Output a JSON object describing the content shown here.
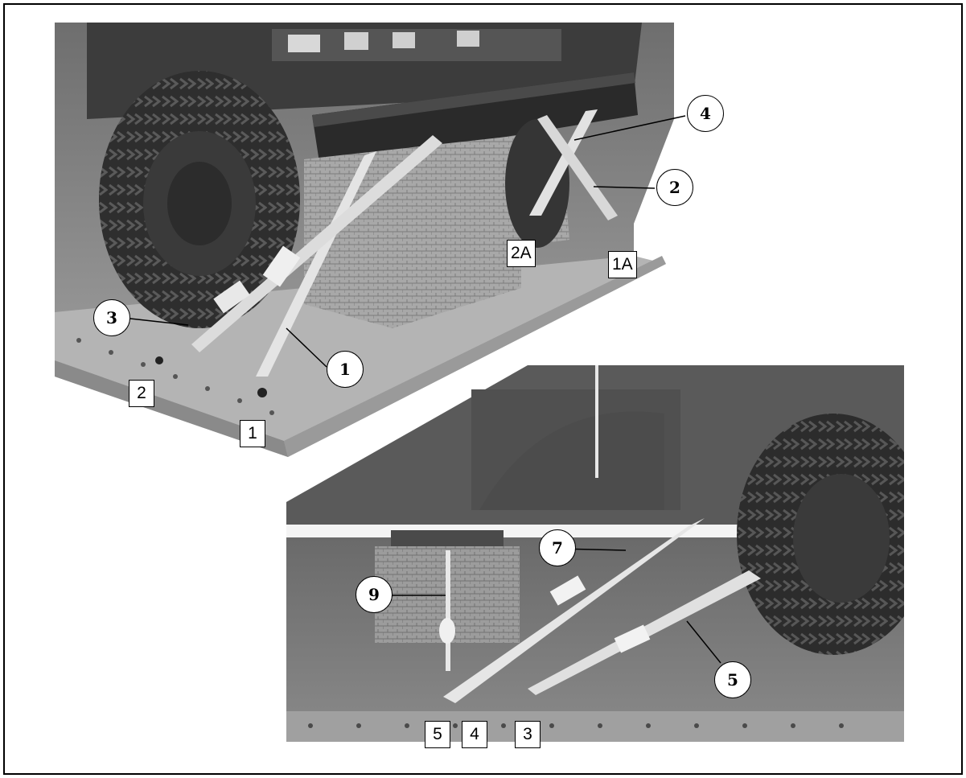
{
  "figure": {
    "top_photo_name": "vehicle-rear-tiedown-photo",
    "bottom_photo_name": "vehicle-side-tiedown-photo"
  },
  "circle_callouts": {
    "c1": "1",
    "c2": "2",
    "c3": "3",
    "c4": "4",
    "c5": "5",
    "c7": "7",
    "c9": "9"
  },
  "box_callouts": {
    "b1": "1",
    "b2": "2",
    "b1a": "1A",
    "b2a": "2A",
    "b3": "3",
    "b4": "4",
    "b5": "5"
  }
}
